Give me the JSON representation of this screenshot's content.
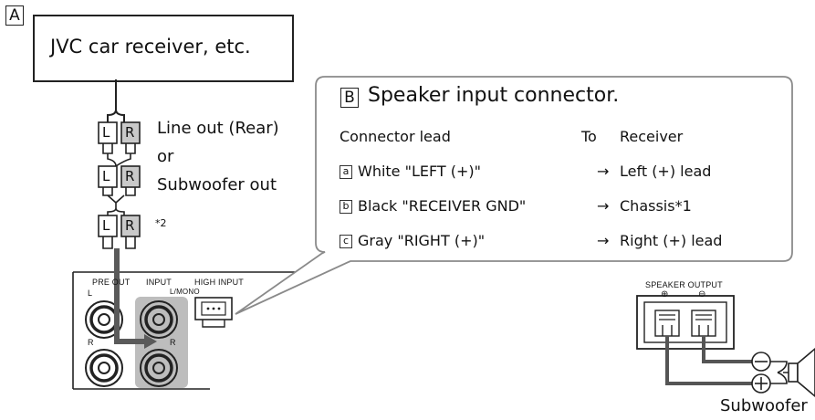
{
  "panel_a": {
    "label": "A",
    "receiver_box": "JVC car receiver, etc.",
    "line_out": "Line out (Rear)",
    "or": "or",
    "sub_out": "Subwoofer out",
    "note_ref": "*2",
    "plug_left": "L",
    "plug_right": "R",
    "device": {
      "pre_out": "PRE OUT",
      "input": "INPUT",
      "mono": "L/MONO",
      "high_input": "HIGH INPUT",
      "l": "L",
      "r": "R"
    }
  },
  "panel_b": {
    "label": "B",
    "title": "Speaker input connector.",
    "col_lead": "Connector lead",
    "col_to": "To",
    "col_receiver": "Receiver",
    "rows": [
      {
        "letter": "a",
        "lead": "White \"LEFT (+)\"",
        "arrow": "→",
        "dest": "Left (+) lead"
      },
      {
        "letter": "b",
        "lead": "Black \"RECEIVER GND\"",
        "arrow": "→",
        "dest": "Chassis*1"
      },
      {
        "letter": "c",
        "lead": "Gray \"RIGHT (+)\"",
        "arrow": "→",
        "dest": "Right (+) lead"
      }
    ]
  },
  "speaker": {
    "header": "SPEAKER OUTPUT",
    "plus": "⊕",
    "minus": "⊖",
    "label": "Subwoofer"
  },
  "colors": {
    "line": "#222222",
    "cable": "#555555",
    "panel_border": "#8a8a8a",
    "gray_fill": "#bdbdbd"
  }
}
